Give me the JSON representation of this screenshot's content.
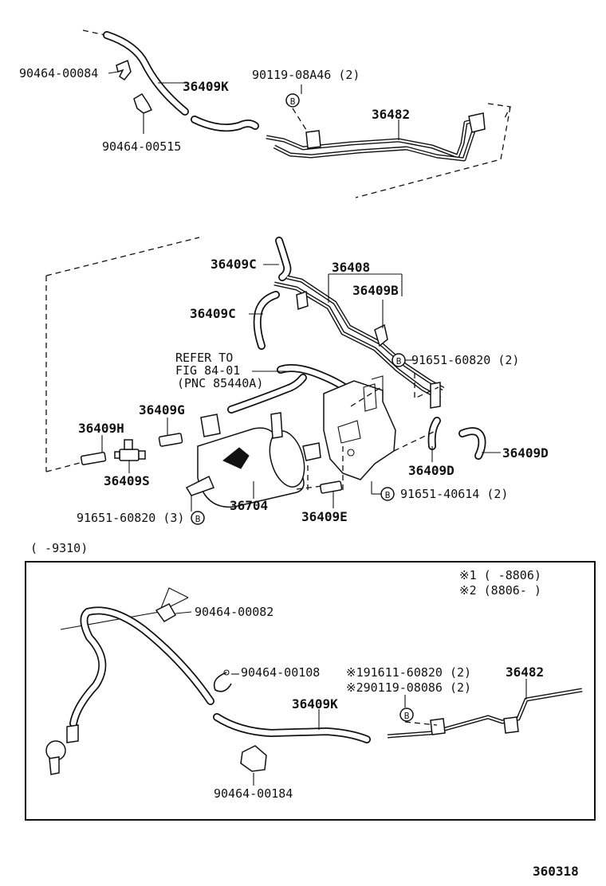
{
  "labels": {
    "top_clamp_upper": "90464-00084",
    "top_hose": "36409K",
    "top_bolt": "90119-08A46 (2)",
    "top_clamp_lower": "90464-00515",
    "top_pipe": "36482",
    "mid_36409C_upper": "36409C",
    "mid_36408": "36408",
    "mid_36409B": "36409B",
    "mid_36409C_lower": "36409C",
    "refer_line1": "REFER TO",
    "refer_line2": "FIG 84-01",
    "refer_line3": "(PNC 85440A)",
    "mid_bolt_right": "91651-60820 (2)",
    "mid_36409G": "36409G",
    "mid_36409H": "36409H",
    "mid_36409S": "36409S",
    "mid_36409D_a": "36409D",
    "mid_36409D_b": "36409D",
    "mid_bolt_lower": "91651-40614 (2)",
    "mid_bolt_left": "91651-60820 (3)",
    "mid_canister": "36704",
    "mid_36409E": "36409E",
    "box_caption": "(      -9310)",
    "note1": "※1  (     -8806)",
    "note2": "※2  (8806-     )",
    "box_clamp_top": "90464-00082",
    "box_clamp_mid": "90464-00108",
    "box_note_bolt1": "※191611-60820 (2)",
    "box_note_bolt2": "※290119-08086 (2)",
    "box_pipe": "36482",
    "box_hose": "36409K",
    "box_clamp_bottom": "90464-00184",
    "diagram_id": "360318"
  },
  "bolt_mark": "B"
}
